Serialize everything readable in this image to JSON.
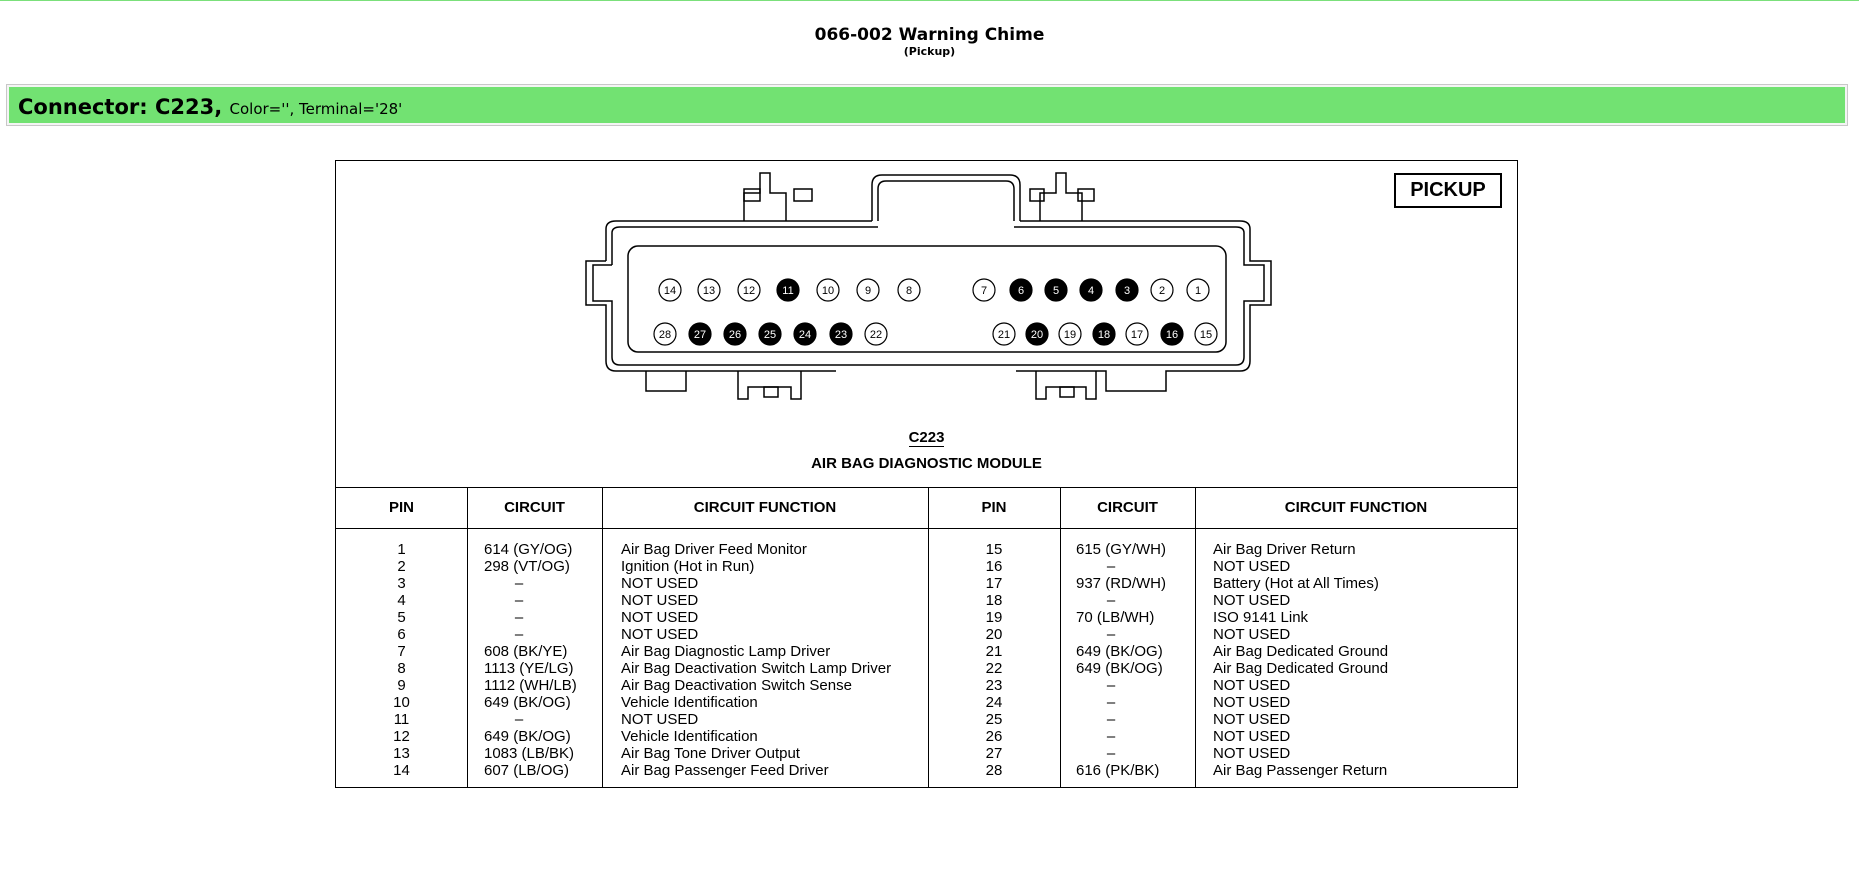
{
  "page": {
    "title": "066-002 Warning Chime",
    "subtitle": "(Pickup)"
  },
  "connector_bar": {
    "heading": "Connector: C223,",
    "meta": "Color='', Terminal='28'"
  },
  "diagram": {
    "badge": "PICKUP",
    "connector_code": "C223",
    "connector_name": "AIR BAG DIAGNOSTIC MODULE",
    "filled_pins": [
      "11",
      "6",
      "5",
      "4",
      "3",
      "27",
      "26",
      "25",
      "24",
      "23",
      "20",
      "18",
      "16"
    ],
    "top_row": [
      "14",
      "13",
      "12",
      "11",
      "10",
      "9",
      "8",
      "7",
      "6",
      "5",
      "4",
      "3",
      "2",
      "1"
    ],
    "bottom_row": [
      "28",
      "27",
      "26",
      "25",
      "24",
      "23",
      "22",
      "21",
      "20",
      "19",
      "18",
      "17",
      "16",
      "15"
    ]
  },
  "table": {
    "headers": [
      "PIN",
      "CIRCUIT",
      "CIRCUIT FUNCTION",
      "PIN",
      "CIRCUIT",
      "CIRCUIT FUNCTION"
    ],
    "left": {
      "pins": [
        "1",
        "2",
        "3",
        "4",
        "5",
        "6",
        "7",
        "8",
        "9",
        "10",
        "11",
        "12",
        "13",
        "14"
      ],
      "circuits": [
        "614 (GY/OG)",
        "298 (VT/OG)",
        "–",
        "–",
        "–",
        "–",
        "608 (BK/YE)",
        "1113 (YE/LG)",
        "1112 (WH/LB)",
        "649 (BK/OG)",
        "–",
        "649 (BK/OG)",
        "1083 (LB/BK)",
        "607 (LB/OG)"
      ],
      "functions": [
        "Air Bag Driver Feed Monitor",
        "Ignition (Hot in Run)",
        "NOT USED",
        "NOT USED",
        "NOT USED",
        "NOT USED",
        "Air Bag Diagnostic Lamp Driver",
        "Air Bag Deactivation Switch Lamp Driver",
        "Air Bag Deactivation Switch Sense",
        "Vehicle Identification",
        "NOT USED",
        "Vehicle Identification",
        "Air Bag Tone Driver Output",
        "Air Bag Passenger Feed Driver"
      ]
    },
    "right": {
      "pins": [
        "15",
        "16",
        "17",
        "18",
        "19",
        "20",
        "21",
        "22",
        "23",
        "24",
        "25",
        "26",
        "27",
        "28"
      ],
      "circuits": [
        "615 (GY/WH)",
        "–",
        "937 (RD/WH)",
        "–",
        "70 (LB/WH)",
        "–",
        "649 (BK/OG)",
        "649 (BK/OG)",
        "–",
        "–",
        "–",
        "–",
        "–",
        "616 (PK/BK)"
      ],
      "functions": [
        "Air Bag Driver Return",
        "NOT USED",
        "Battery (Hot at All Times)",
        "NOT USED",
        "ISO 9141 Link",
        "NOT USED",
        "Air Bag Dedicated Ground",
        "Air Bag Dedicated Ground",
        "NOT USED",
        "NOT USED",
        "NOT USED",
        "NOT USED",
        "NOT USED",
        "Air Bag Passenger Return"
      ]
    }
  },
  "colors": {
    "bar": "#72e272",
    "top_line": "#7be07b"
  }
}
